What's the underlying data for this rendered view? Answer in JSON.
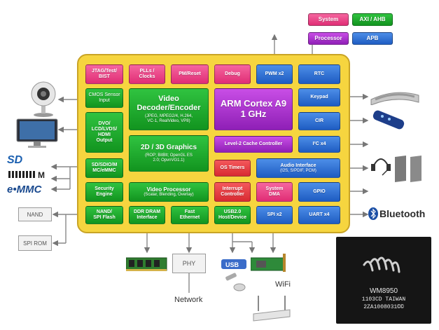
{
  "legend": {
    "system": "System",
    "axi": "AXI / AHB",
    "processor": "Processor",
    "apb": "APB"
  },
  "blocks": {
    "jtag": "JTAG/Test/\nBIST",
    "plls": "PLLs /\nClocks",
    "pmreset": "PM/Reset",
    "debug": "Debug",
    "pwm": "PWM x2",
    "rtc": "RTC",
    "cmos": "CMOS Sensor\nInput",
    "video_title": "Video\nDecoder/Encoder",
    "video_sub": "(JPEG, MPEG2/4, H.264,\nVC-1, RealVideo, VP8)",
    "arm": "ARM Cortex A9\n1 GHz",
    "keypad": "Keypad",
    "dvo": "DVO/\nLCD/LVDS/\nHDMI\nOutput",
    "cir": "CIR",
    "g2d_title": "2D / 3D Graphics",
    "g2d_sub": "(ROP; BitBlt; OpenGL ES\n2.0; OpvnVG1.1)",
    "l2": "Level-2 Cache Controller",
    "i2c": "I²C x4",
    "sd": "SD/SDIO/M\nMC/eMMC",
    "ostimers": "OS Timers",
    "audio_title": "Audio Interface",
    "audio_sub": "(I2S, S/PDIF, PCM)",
    "security": "Security\nEngine",
    "vproc_title": "Video Processor",
    "vproc_sub": "(Scalar, Blending, Overlay)",
    "intc": "Interrupt\nController",
    "sysdma": "System\nDMA",
    "gpio": "GPIO",
    "nandflash": "NAND/\nSPI Flash",
    "ddr": "DDR DRAM\nInterface",
    "eth": "Fast\nEthernet",
    "usb": "USB2.0\nHost/Device",
    "spi": "SPI x2",
    "uart": "UART x4"
  },
  "external": {
    "nand": "NAND",
    "spirom": "SPI ROM",
    "phy": "PHY",
    "network": "Network",
    "wifi": "WiFi",
    "bluetooth": "Bluetooth",
    "sd_logo": "SD",
    "emmc_logo": "e•MMC",
    "chip_line1": "WM8950",
    "chip_line2": "1103CD TAIWAN",
    "chip_line3": "2ZA1008031©©",
    "usb_logo": "USB"
  },
  "colors": {
    "system": "#e02d75",
    "axi": "#12941f",
    "processor": "#8f1fb6",
    "apb": "#1e5cc2",
    "board": "#f6d53f"
  }
}
